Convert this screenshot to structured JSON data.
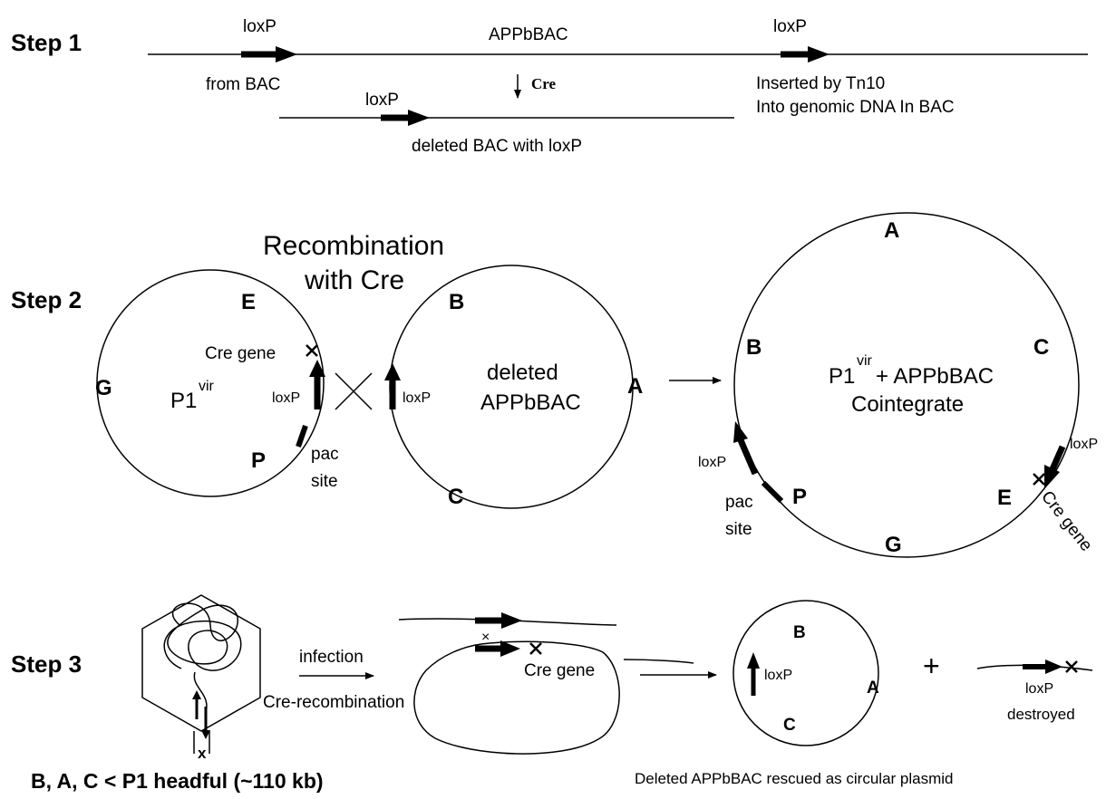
{
  "step1": {
    "label": "Step 1",
    "loxp_left": "loxP",
    "title": "APPbBAC",
    "loxp_right": "loxP",
    "from_bac": "from BAC",
    "cre": "Cre",
    "inserted_line1": "Inserted by Tn10",
    "inserted_line2": "Into genomic DNA In BAC",
    "loxp_deleted": "loxP",
    "deleted_caption": "deleted BAC with loxP"
  },
  "step2": {
    "label": "Step 2",
    "recombination_line1": "Recombination",
    "recombination_line2": "with Cre",
    "p1": {
      "E": "E",
      "G": "G",
      "P": "P",
      "cre_gene": "Cre gene",
      "name": "P1",
      "sup": "vir",
      "loxp": "loxP",
      "pac_line1": "pac",
      "pac_line2": "site"
    },
    "deleted": {
      "B": "B",
      "A": "A",
      "C": "C",
      "loxp": "loxP",
      "line1": "deleted",
      "line2": "APPbBAC"
    },
    "cointegrate": {
      "A": "A",
      "B": "B",
      "C": "C",
      "P": "P",
      "E": "E",
      "G": "G",
      "p1": "P1",
      "sup": "vir",
      "plus_app": "+  APPbBAC",
      "line2": "Cointegrate",
      "loxp_left": "loxP",
      "loxp_right": "loxP",
      "pac_line1": "pac",
      "pac_line2": "site",
      "cre_gene": "Cre gene"
    }
  },
  "step3": {
    "label": "Step 3",
    "x_mark": "x",
    "infection": "infection",
    "cre_recombination": "Cre-recombination",
    "small_x": "×",
    "cre_gene": "Cre gene",
    "rescued": {
      "B": "B",
      "A": "A",
      "C": "C",
      "loxp": "loxP"
    },
    "plus": "+",
    "loxp_destroyed": "loxP",
    "destroyed": "destroyed",
    "headful": "B, A, C < P1 headful (~110 kb)",
    "caption": "Deleted APPbBAC rescued as circular plasmid"
  }
}
